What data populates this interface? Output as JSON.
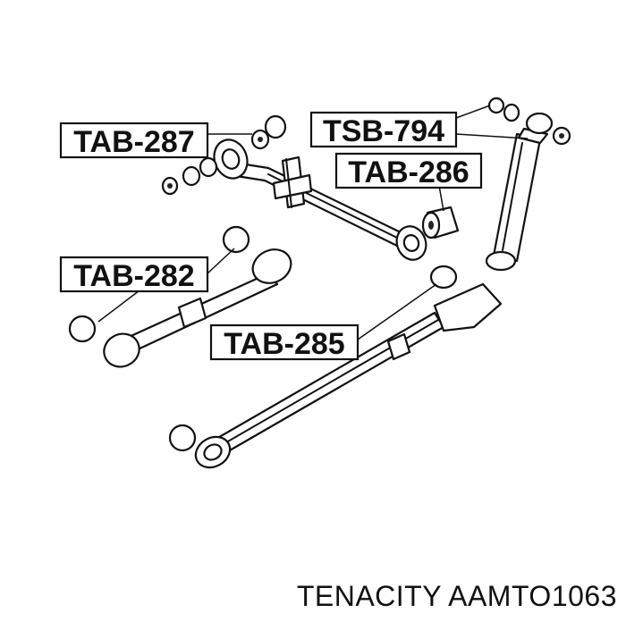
{
  "labels": {
    "tab287": "TAB-287",
    "tsb794": "TSB-794",
    "tab286": "TAB-286",
    "tab282": "TAB-282",
    "tab285": "TAB-285"
  },
  "footer": "TENACITY AAMTO1063"
}
